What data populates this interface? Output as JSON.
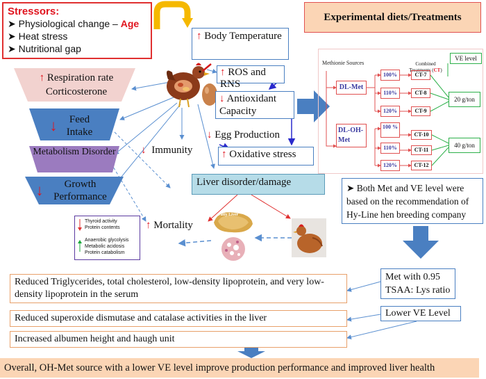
{
  "stressors": {
    "title": "Stressors:",
    "items": [
      "Physiological change –",
      "Heat stress",
      "Nutritional gap"
    ],
    "age": "Age"
  },
  "body_temperature": "Body Temperature",
  "ros_rns": "ROS and RNS",
  "antioxidant": "Antioxidant Capacity",
  "egg_production": "Egg Production",
  "oxidative_stress": "Oxidative stress",
  "liver_disorder": "Liver disorder/damage",
  "immunity": "Immunity",
  "mortality": "Mortality",
  "respiration": "Respiration rate",
  "corticosterone": "Corticosterone",
  "feed": "Feed Intake",
  "metabolism": "Metabolism Disorder",
  "growth": "Growth Performance",
  "legend_box": {
    "down_items": [
      "Thyroid activity",
      "Protein contents"
    ],
    "up_items": [
      "Anaerobic glycolysis",
      "Metabolic acidosis",
      "Protein catabolism"
    ]
  },
  "fatty_liver": "Fatty Liver",
  "experimental": {
    "title": "Experimental diets/Treatments",
    "methionine_sources": "Methionie Sources",
    "combined": "Combined Treatments (",
    "ct": "CT",
    "combined_close": ")",
    "ve_level": "VE level",
    "dlmet": "DL-Met",
    "dlohmet": "DL-OH-Met",
    "pct1": [
      "100%",
      "110%",
      "120%"
    ],
    "pct2": [
      "100 %",
      "110%",
      "120%"
    ],
    "cts1": [
      "CT-7",
      "CT-8",
      "CT-9"
    ],
    "cts2": [
      "CT-10",
      "CT-11",
      "CT-12"
    ],
    "ve1": "20 g/ton",
    "ve2": "40 g/ton"
  },
  "recommendation": "Both Met and VE level were based on the recommendation of Hy-Line  hen breeding company",
  "met_ratio": "Met with 0.95 TSAA: Lys ratio",
  "lower_ve": "Lower VE Level",
  "results": [
    "Reduced Triglycerides, total cholesterol, low-density lipoprotein, and very low-density lipoprotein in the serum",
    "Reduced superoxide dismutase and catalase activities in the liver",
    "Increased albumen height and haugh unit"
  ],
  "conclusion": "Overall, OH-Met source with a lower VE level improve production performance and improved liver health",
  "colors": {
    "red": "#e0141e",
    "blue": "#4a7fc1",
    "purple": "#9b7bbf",
    "pink": "#f2d2cf",
    "lightblue": "#b6dce8",
    "orange_fill": "#fbd5b5"
  }
}
